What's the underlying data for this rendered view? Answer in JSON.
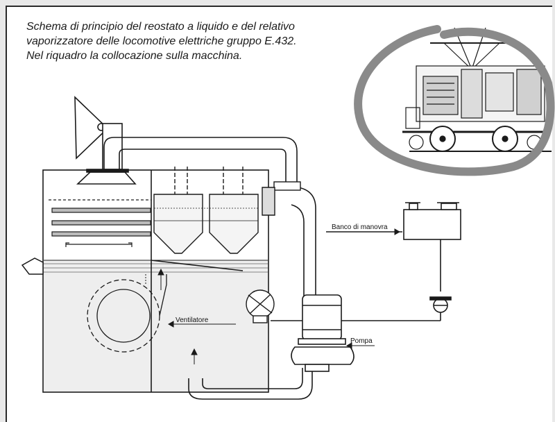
{
  "caption": "Schema di principio del reostato a liquido e del relativo vaporizzatore delle locomotive elettriche gruppo E.432. Nel riquadro la collocazione sulla macchina.",
  "labels": {
    "control_bench": "Banco di manovra",
    "fan": "Ventilatore",
    "pump": "Pompa"
  },
  "colors": {
    "ink": "#1a1a1a",
    "highlight_circle": "#8a8a8a",
    "paper": "#ffffff"
  }
}
